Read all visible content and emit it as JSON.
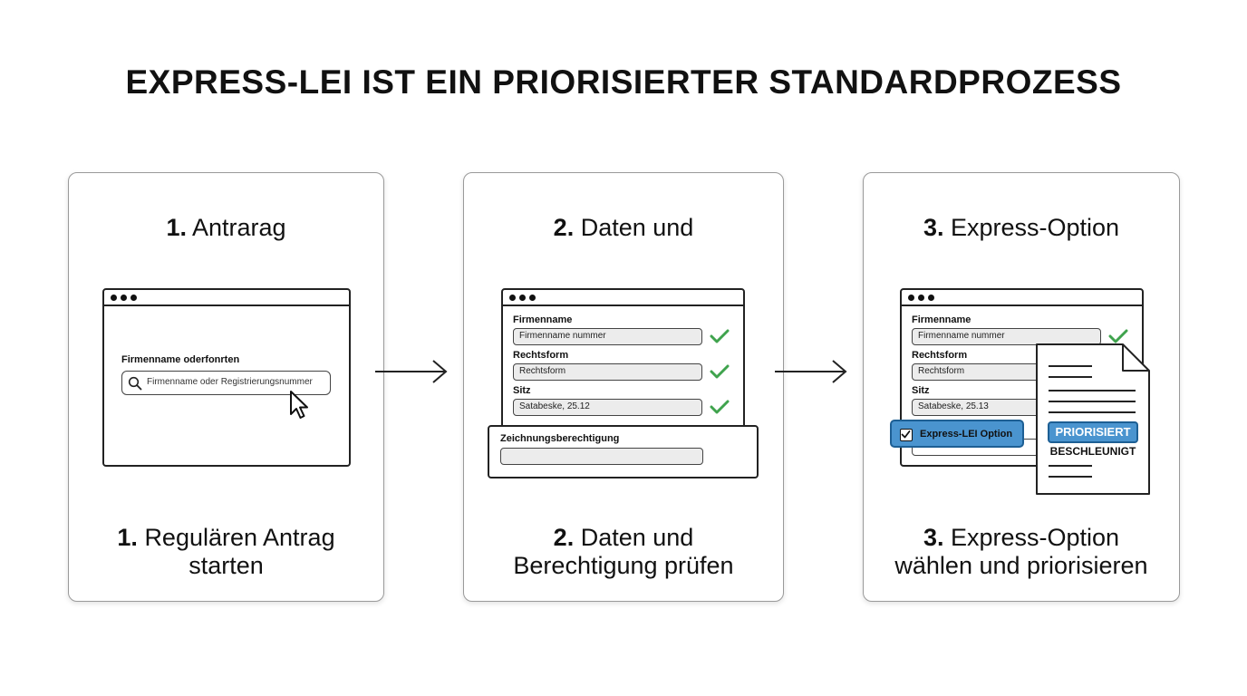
{
  "title": "EXPRESS-LEI IST EIN PRIORISIERTER STANDARDPROZESS",
  "steps": [
    {
      "number": "1.",
      "heading": "Antrarag",
      "caption_line1": "Regulären Antrag",
      "caption_line2": "starten",
      "form_label": "Firmenname oderfonrten",
      "search_placeholder": "Firmenname oder Registrierungsnummer"
    },
    {
      "number": "2.",
      "heading": "Daten und",
      "caption_line1": "Daten und",
      "caption_line2": "Berechtigung prüfen",
      "fields": [
        {
          "label": "Firmenname",
          "value": "Firmenname nummer"
        },
        {
          "label": "Rechtsform",
          "value": "Rechtsform"
        },
        {
          "label": "Sitz",
          "value": "Satabeske, 25.12"
        }
      ],
      "extra_label": "Zeichnungsberechtigung"
    },
    {
      "number": "3.",
      "heading": "Express-Option",
      "caption_line1": "Express-Option",
      "caption_line2": "wählen und priorisieren",
      "fields": [
        {
          "label": "Firmenname",
          "value": "Firmenname nummer"
        },
        {
          "label": "Rechtsform",
          "value": "Rechtsform"
        },
        {
          "label": "Sitz",
          "value": "Satabeske, 25.13"
        }
      ],
      "express_option": "Express-LEI Option",
      "badge": "PRIORISIERT",
      "status": "BESCHLEUNIGT"
    }
  ],
  "colors": {
    "accent_blue": "#4a94cf",
    "accent_blue_border": "#1d5f94",
    "check_green": "#3fa34d",
    "field_fill": "#ececec"
  }
}
